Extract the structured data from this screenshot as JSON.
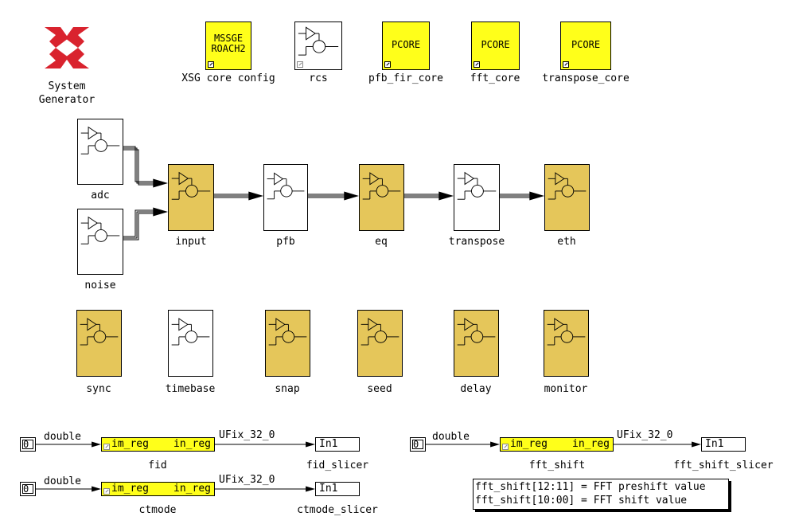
{
  "system_generator": {
    "label_line1": "System",
    "label_line2": "Generator",
    "accent_color": "#d9232e"
  },
  "top_blocks": [
    {
      "id": "xsg",
      "line1": "MSSGE",
      "line2": "ROACH2",
      "label": "XSG core config"
    },
    {
      "id": "rcs",
      "line1": "",
      "line2": "",
      "label": "rcs"
    },
    {
      "id": "pfb_fir_core",
      "line1": "PCORE",
      "line2": "",
      "label": "pfb_fir_core"
    },
    {
      "id": "fft_core",
      "line1": "PCORE",
      "line2": "",
      "label": "fft_core"
    },
    {
      "id": "transpose_core",
      "line1": "PCORE",
      "line2": "",
      "label": "transpose_core"
    }
  ],
  "pipeline": {
    "adc": "adc",
    "noise": "noise",
    "input": "input",
    "pfb": "pfb",
    "eq": "eq",
    "transpose": "transpose",
    "eth": "eth"
  },
  "bottom_subsystems": [
    "sync",
    "timebase",
    "snap",
    "seed",
    "delay",
    "monitor"
  ],
  "registers": [
    {
      "id": "fid",
      "const": "0",
      "in_type": "double",
      "port_a": "im_reg",
      "port_b": "in_reg",
      "out_type": "UFix_32_0",
      "out_port": "In1",
      "name": "fid",
      "slicer": "fid_slicer"
    },
    {
      "id": "ctmode",
      "const": "0",
      "in_type": "double",
      "port_a": "im_reg",
      "port_b": "in_reg",
      "out_type": "UFix_32_0",
      "out_port": "In1",
      "name": "ctmode",
      "slicer": "ctmode_slicer"
    },
    {
      "id": "fft_shift",
      "const": "0",
      "in_type": "double",
      "port_a": "im_reg",
      "port_b": "in_reg",
      "out_type": "UFix_32_0",
      "out_port": "In1",
      "name": "fft_shift",
      "slicer": "fft_shift_slicer"
    }
  ],
  "annotation": {
    "line1": "fft_shift[12:11] = FFT preshift value",
    "line2": "fft_shift[10:00] = FFT shift value"
  },
  "colors": {
    "subsystem_gold": "#e5c65a",
    "pcore_yellow": "#ffff1a"
  }
}
